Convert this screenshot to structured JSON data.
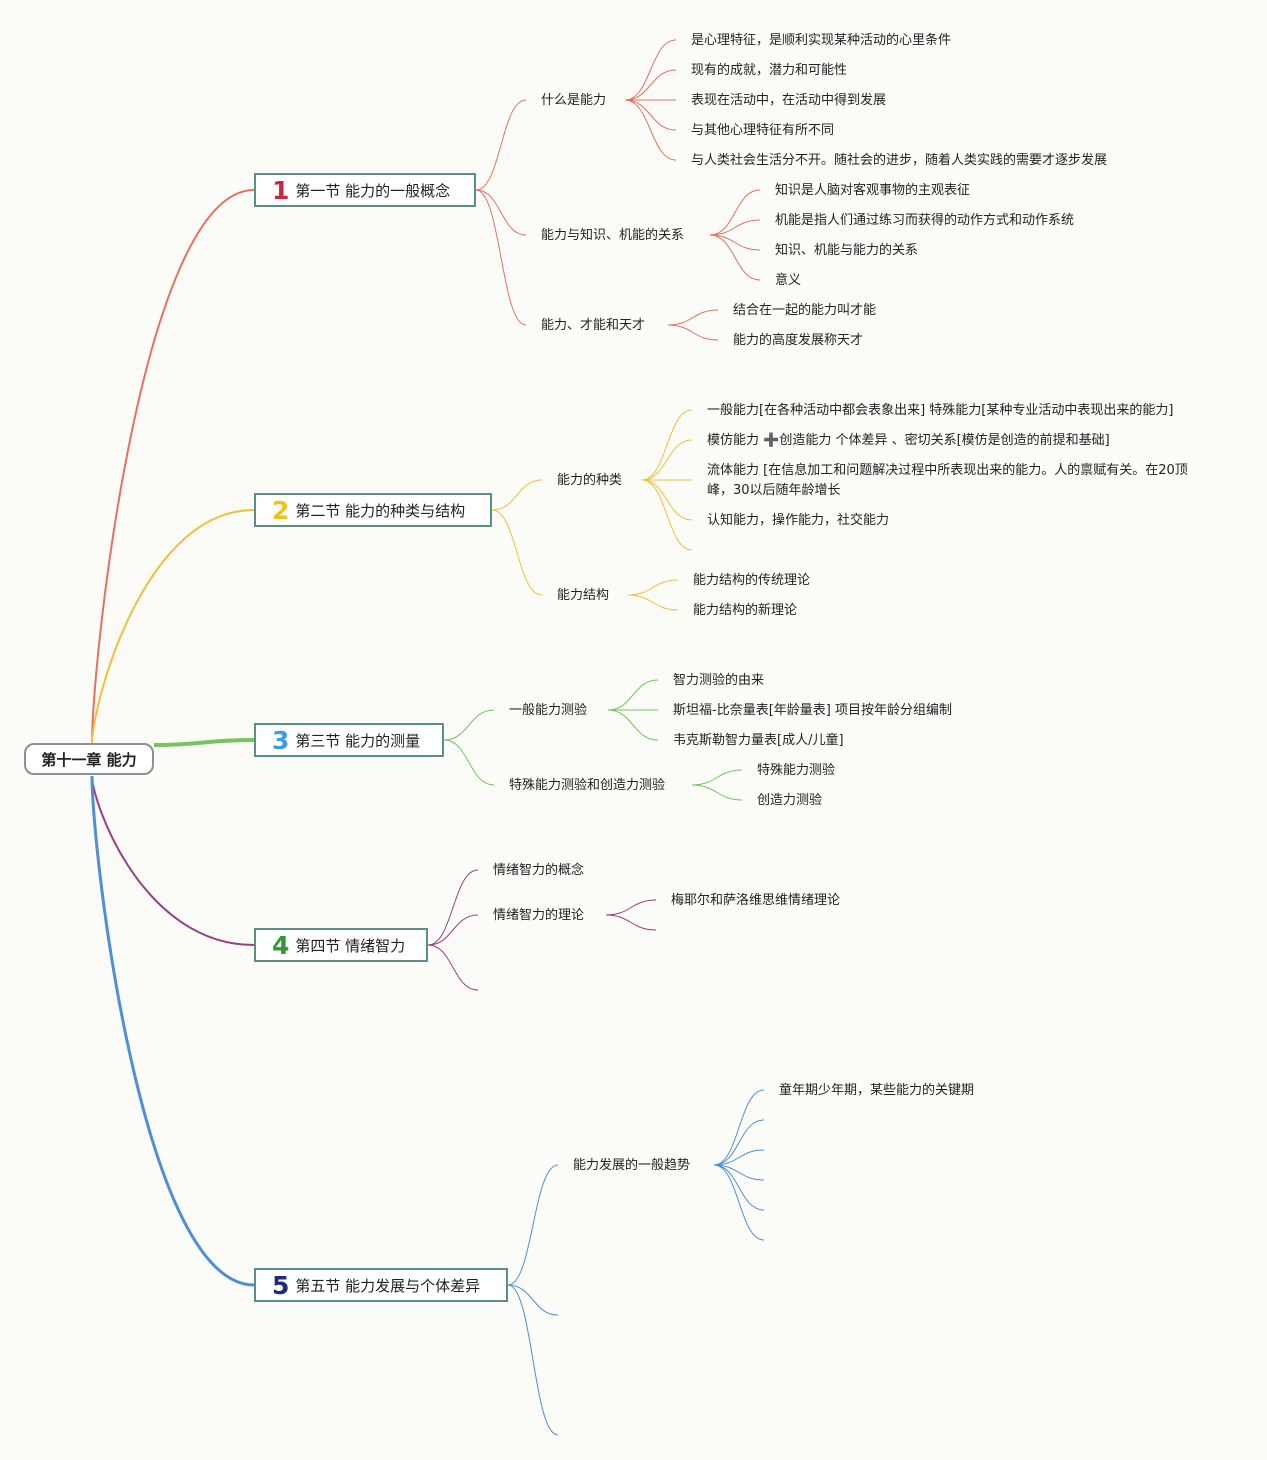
{
  "root": "第十一章 能力",
  "colors": {
    "s1": "#e8705f",
    "s2": "#f4be3a",
    "s3": "#73c65b",
    "s4": "#9a3f85",
    "s5": "#4f8fd6",
    "num1": "#d0243a",
    "num2": "#f2c21b",
    "num3": "#3a9ee0",
    "num4": "#2e9a31",
    "num5": "#1f2a7a"
  },
  "sections": [
    {
      "num": "1",
      "title": "第一节 能力的一般概念",
      "groups": [
        {
          "label": "什么是能力",
          "items": [
            "是心理特征，是顺利实现某种活动的心里条件",
            "现有的成就，潜力和可能性",
            "表现在活动中，在活动中得到发展",
            "与其他心理特征有所不同",
            "与人类社会生活分不开。随社会的进步，随着人类实践的需要才逐步发展"
          ]
        },
        {
          "label": "能力与知识、机能的关系",
          "items": [
            "知识是人脑对客观事物的主观表征",
            "机能是指人们通过练习而获得的动作方式和动作系统",
            "知识、机能与能力的关系",
            "意义"
          ]
        },
        {
          "label": "能力、才能和天才",
          "items": [
            "结合在一起的能力叫才能",
            "能力的高度发展称天才"
          ]
        }
      ]
    },
    {
      "num": "2",
      "title": "第二节 能力的种类与结构",
      "groups": [
        {
          "label": "能力的种类",
          "items": [
            "一般能力[在各种活动中都会表象出来] 特殊能力[某种专业活动中表现出来的能力]",
            "模仿能力 ➕创造能力 个体差异 、密切关系[模仿是创造的前提和基础]",
            "流体能力 [在信息加工和问题解决过程中所表现出来的能力。人的禀赋有关。在20顶峰，30以后随年龄增长",
            "认知能力，操作能力，社交能力"
          ]
        },
        {
          "label": "能力结构",
          "items": [
            "能力结构的传统理论",
            "能力结构的新理论"
          ]
        }
      ]
    },
    {
      "num": "3",
      "title": "第三节 能力的测量",
      "groups": [
        {
          "label": "一般能力测验",
          "items": [
            "智力测验的由来",
            "斯坦福-比奈量表[年龄量表] 项目按年龄分组编制",
            "韦克斯勒智力量表[成人/儿童]"
          ]
        },
        {
          "label": "特殊能力测验和创造力测验",
          "items": [
            "特殊能力测验",
            "创造力测验"
          ]
        }
      ]
    },
    {
      "num": "4",
      "title": "第四节 情绪智力",
      "groups": [
        {
          "label": "情绪智力的概念",
          "items": []
        },
        {
          "label": "情绪智力的理论",
          "items": [
            "梅耶尔和萨洛维思维情绪理论"
          ]
        }
      ]
    },
    {
      "num": "5",
      "title": "第五节 能力发展与个体差异",
      "groups": [
        {
          "label": "能力发展的一般趋势",
          "items": [
            "童年期少年期，某些能力的关键期"
          ]
        }
      ]
    }
  ]
}
